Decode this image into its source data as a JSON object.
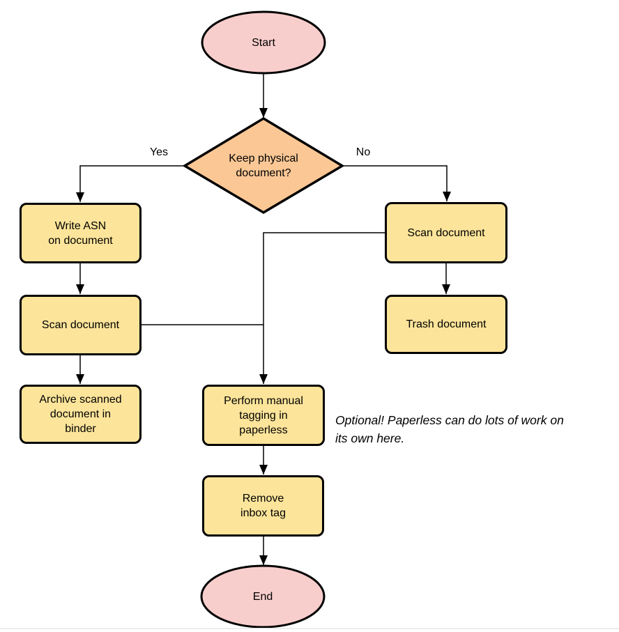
{
  "diagram_type": "flowchart",
  "nodes": {
    "start": {
      "label": "Start",
      "shape": "terminator"
    },
    "decision": {
      "label": "Keep physical\ndocument?",
      "shape": "decision"
    },
    "write_asn": {
      "label": "Write ASN\non document",
      "shape": "process"
    },
    "scan_left": {
      "label": "Scan document",
      "shape": "process"
    },
    "archive": {
      "label": "Archive scanned\ndocument in\nbinder",
      "shape": "process"
    },
    "scan_right": {
      "label": "Scan document",
      "shape": "process"
    },
    "trash": {
      "label": "Trash document",
      "shape": "process"
    },
    "tagging": {
      "label": "Perform manual\ntagging in\npaperless",
      "shape": "process"
    },
    "remove_inbox": {
      "label": "Remove\ninbox tag",
      "shape": "process"
    },
    "end": {
      "label": "End",
      "shape": "terminator"
    }
  },
  "edge_labels": {
    "yes": "Yes",
    "no": "No"
  },
  "annotation": {
    "text": "Optional! Paperless can do lots of work on\nits own here."
  },
  "colors": {
    "terminator_fill": "#f8cecc",
    "decision_fill": "#fac795",
    "process_fill": "#fce49a",
    "stroke": "#000000",
    "connector": "#000000"
  }
}
